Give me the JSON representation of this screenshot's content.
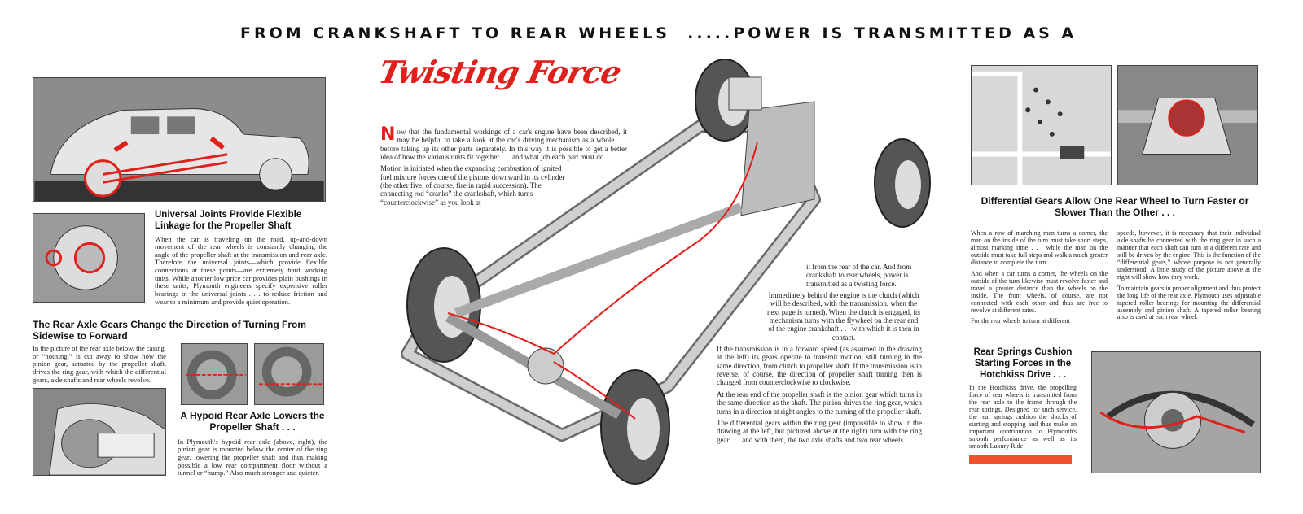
{
  "header": {
    "title": "FROM CRANKSHAFT TO REAR WHEELS  .....POWER IS TRANSMITTED AS A",
    "script_title": "Twisting Force"
  },
  "left": {
    "universal": {
      "heading": "Universal Joints Provide Flexible Linkage for the Propeller Shaft",
      "body": "When the car is traveling on the road, up-and-down movement of the rear wheels is constantly changing the angle of the propeller shaft at the transmission and rear axle. Therefore the universal joints—which provide flexible connections at these points—are extremely hard working units. While another low price car provides plain bushings in these units, Plymouth engineers specify expensive roller bearings in the universal joints . . . to reduce friction and wear to a minimum and provide quiet operation."
    },
    "rear_axle": {
      "heading": "The Rear Axle Gears Change the Direction of Turning From Sidewise to Forward",
      "body": "In the picture of the rear axle below, the casing, or “housing,” is cut away to show how the pinion gear, actuated by the propeller shaft, drives the ring gear, with which the differential gears, axle shafts and rear wheels revolve."
    },
    "hypoid": {
      "heading": "A Hypoid Rear Axle Lowers the Propeller Shaft . . .",
      "body": "In Plymouth's hypoid rear axle (above, right), the pinion gear is mounted below the center of the ring gear, lowering the propeller shaft and thus making possible a low rear compartment floor without a tunnel or “hump.” Also much stronger and quieter."
    }
  },
  "center": {
    "intro_initial": "N",
    "intro": "ow that the fundamental workings of a car's engine have been described, it may be helpful to take a look at the car's driving mechanism as a whole . . . before taking up its other parts separately. In this way it is possible to get a better idea of how the various units fit together . . . and what job each part must do.",
    "motion": "Motion is initiated when the expanding combustion of ignited fuel mixture forces one of the pistons downward in its cylinder (the other five, of course, fire in rapid succession). The connecting rod “cranks” the crankshaft, which turns “counterclockwise” as you look at",
    "p1": "it from the rear of the car. And from crankshaft to rear wheels, power is transmitted as a twisting force.",
    "p2": "Immediately behind the engine is the clutch (which will be described, with the transmission, when the next page is turned). When the clutch is engaged, its mechanism turns with the flywheel on the rear end of the engine crankshaft . . . with which it is then in contact.",
    "p3": "If the transmission is in a forward speed (as assumed in the drawing at the left) its gears operate to transmit motion, still turning in the same direction, from clutch to propeller shaft. If the transmission is in reverse, of course, the direction of propeller shaft turning then is changed from counterclockwise to clockwise.",
    "p4": "At the rear end of the propeller shaft is the pinion gear which turns in the same direction as the shaft. The pinion drives the ring gear, which turns in a direction at right angles to the turning of the propeller shaft.",
    "p5": "The differential gears within the ring gear (impossible to show in the drawing at the left, but pictured above at the right) turn with the ring gear . . . and with them, the two axle shafts and two rear wheels."
  },
  "right": {
    "differential": {
      "heading": "Differential Gears Allow One Rear Wheel to Turn Faster or Slower Than the Other . . .",
      "col1": [
        "When a row of marching men turns a corner, the man on the inside of the turn must take short steps, almost marking time . . . while the man on the outside must take full steps and walk a much greater distance to complete the turn.",
        "And when a car turns a corner, the wheels on the outside of the turn likewise must revolve faster and travel a greater distance than the wheels on the inside. The front wheels, of course, are not connected with each other and thus are free to revolve at different rates.",
        "For the rear wheels to turn at different"
      ],
      "col2": [
        "speeds, however, it is necessary that their individual axle shafts be connected with the ring gear in such a manner that each shaft can turn at a different rate and still be driven by the engine. This is the function of the “differential gears,” whose purpose is not generally understood. A little study of the picture above at the right will show how they work.",
        "To maintain gears in proper alignment and thus protect the long life of the rear axle, Plymouth uses adjustable tapered roller bearings for mounting the differential assembly and pinion shaft. A tapered roller bearing also is used at each rear wheel."
      ]
    },
    "springs": {
      "heading": "Rear Springs Cushion Starting Forces in the Hotchkiss Drive . . .",
      "body": "In the Hotchkiss drive, the propelling force of rear wheels is transmitted from the rear axle to the frame through the rear springs. Designed for such service, the rear springs cushion the shocks of starting and stopping and thus make an important contribution to Plymouth's smooth performance as well as its smooth Luxury Ride!"
    }
  },
  "colors": {
    "accent_red": "#e0201b",
    "orange_bar": "#f0502a",
    "photo_gray": "#9a9a9a"
  }
}
